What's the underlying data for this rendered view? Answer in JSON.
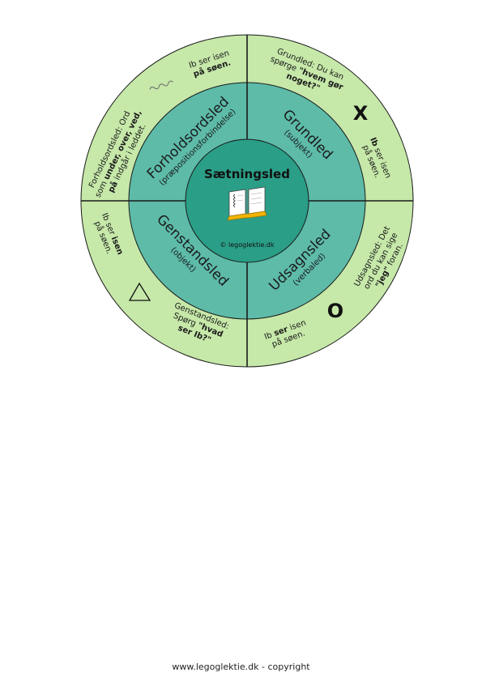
{
  "center": {
    "title": "Sætningsled",
    "copyright": "© legoglektie.dk"
  },
  "quadrants": {
    "grundled": {
      "title": "Grundled",
      "sub": "(subjekt)"
    },
    "udsagnsled": {
      "title": "Udsagnsled",
      "sub": "(verbaled)"
    },
    "genstandsled": {
      "title": "Genstandsled",
      "sub": "(objekt)"
    },
    "forholdsordsled": {
      "title": "Forholdsordsled",
      "sub": "(præpositionsforbindelse)"
    }
  },
  "outer": {
    "grundled_help": {
      "l1": "Grundled: Du kan",
      "l2a": "spørge ",
      "l2b": "\"hvem gør",
      "l3": "noget?\""
    },
    "grundled_example": {
      "l1b": "Ib",
      "l1": " ser isen",
      "l2": "på søen."
    },
    "udsagnsled_help": {
      "l1": "Udsagnsled: Det",
      "l2": "ord du kan sige",
      "l3b": "\"jeg\"",
      "l3": " foran."
    },
    "udsagnsled_example": {
      "l1a": "Ib ",
      "l1b": "ser",
      "l1c": " isen",
      "l2": "på søen."
    },
    "genstandsled_help": {
      "l1": "Genstandsled:",
      "l2a": "Spørg ",
      "l2b": "\"hvad",
      "l3": "ser Ib?\""
    },
    "genstandsled_example": {
      "l1a": "Ib ser ",
      "l1b": "isen",
      "l2": "på søen."
    },
    "forholdsordsled_help": {
      "l1": "Forholdsordsled: Ord",
      "l2a": "som ",
      "l2b": "under, over, ved,",
      "l3b": "på",
      "l3": " indgår i leddet."
    },
    "forholdsordsled_example": {
      "l1": "Ib ser isen",
      "l2": "på søen."
    }
  },
  "symbols": {
    "x": "X",
    "o": "O"
  },
  "colors": {
    "outer": "#c6e8a9",
    "middle": "#5dbba8",
    "center": "#2a9e87",
    "line": "#1a1a1a"
  },
  "footer": "www.legoglektie.dk - copyright"
}
